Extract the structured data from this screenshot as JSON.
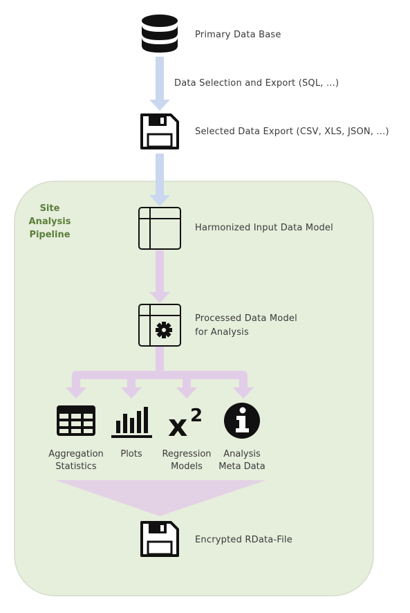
{
  "pipeline": {
    "title_lines": [
      "Site",
      "Analysis",
      "Pipeline"
    ]
  },
  "nodes": {
    "primary_db": "Primary Data Base",
    "selection": "Data Selection and Export (SQL, ...)",
    "selected_export": "Selected Data Export (CSV, XLS, JSON, ...)",
    "harmonized": "Harmonized Input Data Model",
    "processed_line1": "Processed Data Model",
    "processed_line2": "for Analysis",
    "encrypted": "Encrypted RData-File"
  },
  "outputs": [
    {
      "line1": "Aggregation",
      "line2": "Statistics",
      "icon": "table-icon"
    },
    {
      "line1": "Plots",
      "line2": "",
      "icon": "bar-chart-icon"
    },
    {
      "line1": "Regression",
      "line2": "Models",
      "icon": "chi-square-icon"
    },
    {
      "line1": "Analysis",
      "line2": "Meta Data",
      "icon": "info-icon"
    }
  ],
  "colors": {
    "panel_fill": "#e6eedc",
    "panel_stroke": "#d4dccb",
    "arrow_blue": "#c9d7ef",
    "arrow_purple": "#e2cde8",
    "pipeline_text": "#5a7f3a",
    "icon": "#111111"
  }
}
